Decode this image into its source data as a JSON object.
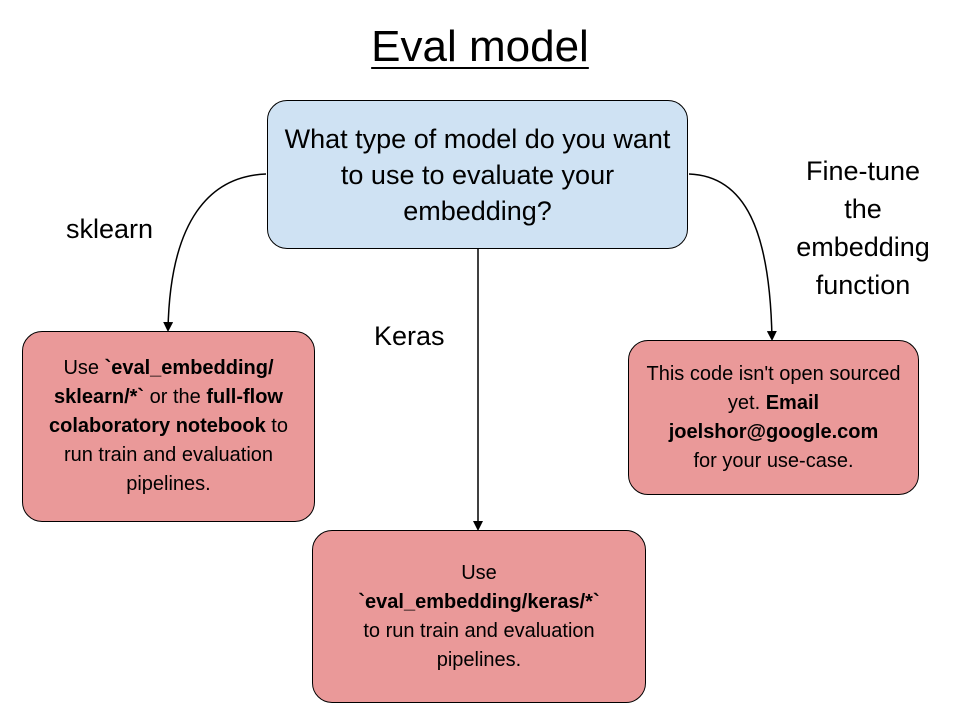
{
  "title": "Eval model",
  "question": {
    "text": "What type of model do you want to use to evaluate your embedding?"
  },
  "edges": {
    "sklearn": "sklearn",
    "keras": "Keras",
    "finetune_line1": "Fine-tune",
    "finetune_line2": "the",
    "finetune_line3": "embedding",
    "finetune_line4": "function"
  },
  "sklearn_box": {
    "use": "Use ",
    "path": "`eval_embedding/ sklearn/*`",
    "or_the": " or the ",
    "notebook": "full-flow colaboratory notebook",
    "rest": " to run train and evaluation pipelines."
  },
  "keras_box": {
    "use": "Use",
    "path": "`eval_embedding/keras/*`",
    "rest": "to run train and evaluation pipelines."
  },
  "finetune_box": {
    "text1": "This code isn't open sourced yet. ",
    "email_label": "Email",
    "email": "joelshor@google.com",
    "rest": "for your use-case."
  },
  "colors": {
    "question_fill": "#cfe2f3",
    "answer_fill": "#ea9999",
    "stroke": "#000000"
  }
}
